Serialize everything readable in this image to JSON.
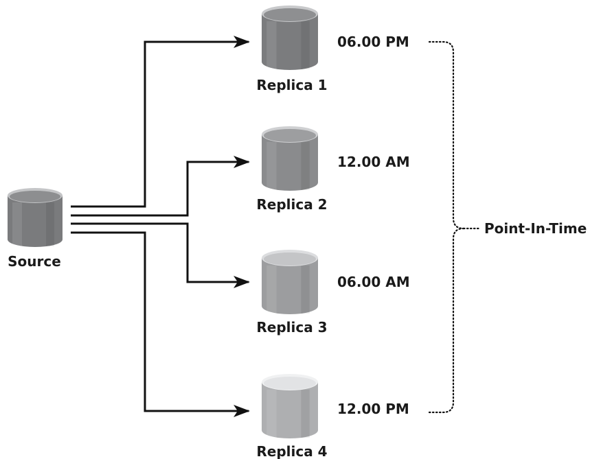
{
  "diagram": {
    "source": {
      "label": "Source",
      "body_color": "#7a7b7d",
      "top_color": "#8d8e90",
      "rim_color": "#c4c5c7"
    },
    "replicas": [
      {
        "label": "Replica 1",
        "time": "06.00 PM",
        "body_color": "#7b7c7e",
        "top_color": "#8e8f91",
        "rim_color": "#c8c9cb"
      },
      {
        "label": "Replica 2",
        "time": "12.00 AM",
        "body_color": "#8a8b8d",
        "top_color": "#9d9ea0",
        "rim_color": "#cfd0d2"
      },
      {
        "label": "Replica 3",
        "time": "06.00 AM",
        "body_color": "#9c9d9f",
        "top_color": "#c4c5c7",
        "rim_color": "#dcdddf"
      },
      {
        "label": "Replica 4",
        "time": "12.00 PM",
        "body_color": "#aeafb1",
        "top_color": "#e2e3e5",
        "rim_color": "#f0f1f2"
      }
    ],
    "bracket_label": "Point-In-Time",
    "line_color": "#111111"
  }
}
